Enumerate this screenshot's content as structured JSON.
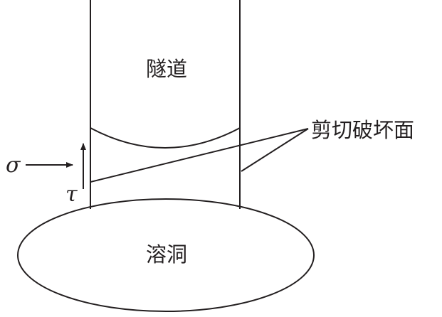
{
  "labels": {
    "tunnel": "隧道",
    "cave": "溶洞",
    "shear_failure_surface": "剪切破坏面",
    "sigma": "σ",
    "tau": "τ"
  },
  "colors": {
    "stroke": "#231f20",
    "background": "#ffffff"
  }
}
